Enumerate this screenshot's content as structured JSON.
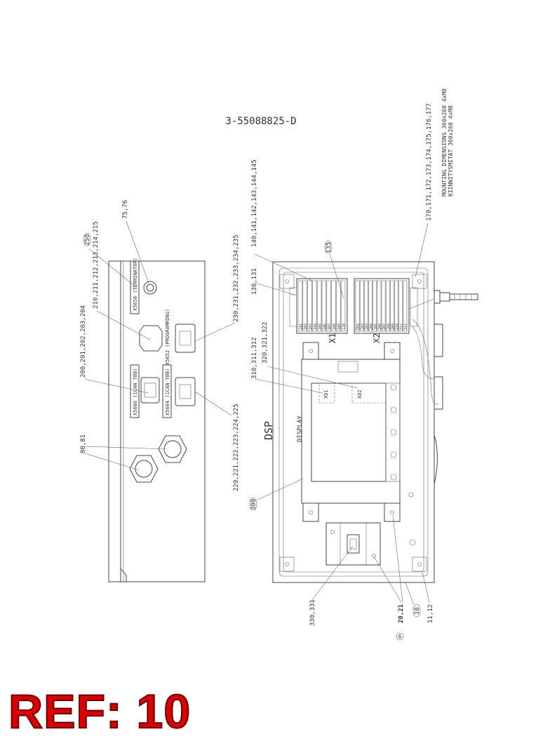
{
  "drawing_number": "3-55088825-D",
  "dsp_label": "DSP",
  "display_label": "DISPLAY",
  "connectors": {
    "x1": "X1",
    "x2": "X2",
    "xd1": "XD1",
    "xd2": "XD2",
    "x5650": "X5650 (TERMINATOR)",
    "x5652": "X5652 (PROGRAMMING)",
    "x5606": "X5606 (1CAN TBB)",
    "x5604": "X5604 (1CAN TBB)"
  },
  "mounting_note": {
    "line1": "MOUNTING DIMENSIONS 360x260 4xM8",
    "line2": "KIINNITYSMITAT 360x260 4xM8"
  },
  "callouts": {
    "c250": "250",
    "c75": "75,76",
    "c210": "210,211,212,213,214,215",
    "c200": "200,201,202,203,204",
    "c80": "80,81",
    "c230": "230,231,232,233,234,235",
    "c220": "220,221,222,223,224,225",
    "c130": "130,131",
    "c140": "140,141,142,143,144,145",
    "c135": "135",
    "c170": "170,171,172,173,174,175,176,177",
    "c310": "310,311,312",
    "c320": "320,321,322",
    "c300": "300",
    "c330": "330,331",
    "c6": "6",
    "c20": "20,21",
    "c10": "10",
    "c11": "11,12"
  },
  "terminal_x1": [
    "101",
    "102",
    "103",
    "104",
    "105",
    "106",
    "107",
    "108",
    "109",
    "110"
  ],
  "terminal_x2": [
    "201",
    "202",
    "203",
    "204",
    "205",
    "206",
    "207",
    "208",
    "209",
    "210",
    "211",
    "212"
  ],
  "ref_stamp": "REF: 10"
}
